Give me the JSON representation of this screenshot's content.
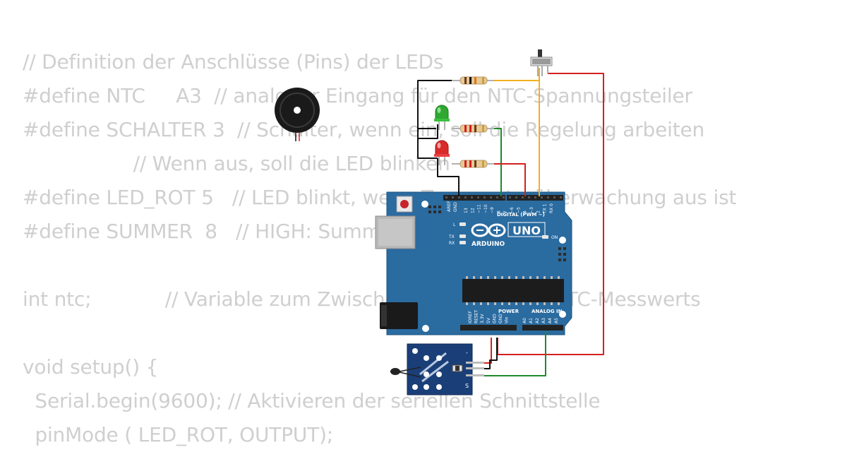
{
  "code_lines": [
    "// Definition der Anschlüsse (Pins) der LEDs",
    "#define NTC     A3  // analoger Eingang für den NTC-Spannungsteiler",
    "#define SCHALTER 3  // Schalter, wenn ein, soll die Regelung arbeiten",
    "                  // Wenn aus, soll die LED blinken",
    "#define LED_ROT 5   // LED blinkt, wenn Temperaturüberwachung aus ist",
    "#define SUMMER  8   // HIGH: Summer an",
    "",
    "int ntc;            // Variable zum Zwischenspeichern des NTC-Messwerts",
    "",
    "void setup() {",
    "  Serial.begin(9600); // Aktivieren der seriellen Schnittstelle",
    "  pinMode ( LED_ROT, OUTPUT);"
  ],
  "board": {
    "logo_text": "UNO",
    "brand": "ARDUINO",
    "digital_label": "DIGITAL (PWM ~)",
    "power_label": "POWER",
    "analog_label": "ANALOG IN",
    "on_label": "ON",
    "tx_label": "TX",
    "rx_label": "RX",
    "l_label": "L",
    "aref_label": "AREF",
    "gnd_label": "GND",
    "digital_pins": [
      "13",
      "12",
      "~11",
      "~10",
      "~9",
      "8",
      "7",
      "~6",
      "~5",
      "4",
      "~3",
      "2",
      "TX 1",
      "RX 0"
    ],
    "power_pins": [
      "IOREF",
      "RESET",
      "3.3V",
      "5V",
      "GND",
      "GND",
      "Vin"
    ],
    "analog_pins": [
      "A0",
      "A1",
      "A2",
      "A3",
      "A4",
      "A5"
    ]
  },
  "sensor": {
    "pin_minus": "-",
    "pin_s": "S"
  },
  "colors": {
    "code_text": "#cfcfcf",
    "board_blue": "#2a6ba0",
    "wire_black": "#111111",
    "wire_red": "#d42020",
    "wire_green": "#1f8a2a",
    "wire_yellow": "#f0b020"
  }
}
